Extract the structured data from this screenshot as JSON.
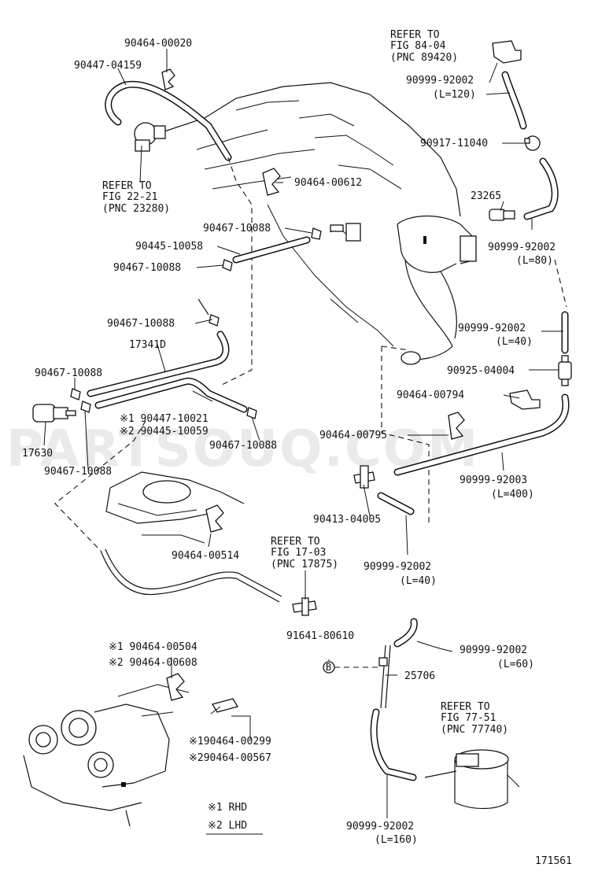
{
  "diagram": {
    "watermark": "PARTSOUQ.COM",
    "fig_number": "171561",
    "legend": {
      "rhd": "※1 RHD",
      "lhd": "※2 LHD"
    },
    "labels": {
      "p90464_00020": "90464-00020",
      "p90447_04159": "90447-04159",
      "ref_22_21_l1": "REFER TO",
      "ref_22_21_l2": "FIG 22-21",
      "ref_22_21_l3": "(PNC 23280)",
      "p90464_00612": "90464-00612",
      "p90467_10088_a": "90467-10088",
      "p90445_10058": "90445-10058",
      "p90467_10088_b": "90467-10088",
      "p90467_10088_c": "90467-10088",
      "p17341D": "17341D",
      "p90467_10088_d": "90467-10088",
      "p1_90447_10021": "※1 90447-10021",
      "p2_90445_10059": "※2 90445-10059",
      "p17630": "17630",
      "p90467_10088_e": "90467-10088",
      "p90467_10088_f": "90467-10088",
      "p90464_00514": "90464-00514",
      "ref_17_03_l1": "REFER TO",
      "ref_17_03_l2": "FIG 17-03",
      "ref_17_03_l3": "(PNC 17875)",
      "p1_90464_00504": "※1 90464-00504",
      "p2_90464_00608": "※2 90464-00608",
      "p1_90464_00299": "※190464-00299",
      "p2_90464_00567": "※290464-00567",
      "ref_84_04_l1": "REFER TO",
      "ref_84_04_l2": "FIG 84-04",
      "ref_84_04_l3": "(PNC 89420)",
      "p90999_92002_l120": "90999-92002",
      "l120": "(L=120)",
      "p90917_11040": "90917-11040",
      "p23265": "23265",
      "p90999_92002_l80": "90999-92002",
      "l80": "(L=80)",
      "p90999_92002_l40a": "90999-92002",
      "l40a": "(L=40)",
      "p90925_04004": "90925-04004",
      "p90464_00794": "90464-00794",
      "p90464_00795": "90464-00795",
      "p90999_92003": "90999-92003",
      "l400": "(L=400)",
      "p90413_04005": "90413-04005",
      "p90999_92002_l40b": "90999-92002",
      "l40b": "(L=40)",
      "p91641_80610": "91641-80610",
      "p90999_92002_l60": "90999-92002",
      "l60": "(L=60)",
      "p25706": "25706",
      "ref_77_51_l1": "REFER TO",
      "ref_77_51_l2": "FIG 77-51",
      "ref_77_51_l3": "(PNC 77740)",
      "p90999_92002_l160": "90999-92002",
      "l160": "(L=160)",
      "bolt_mark": "B"
    }
  }
}
